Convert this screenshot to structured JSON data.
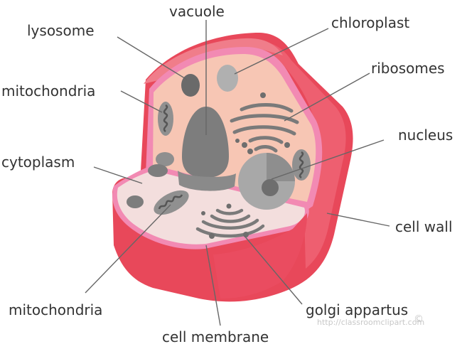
{
  "labels": {
    "lysosome": "lysosome",
    "vacuole": "vacuole",
    "chloroplast": "chloroplast",
    "ribosomes": "ribosomes",
    "mitochondria_top": "mitochondria",
    "nucleus": "nucleus",
    "cytoplasm": "cytoplasm",
    "cell_wall": "cell wall",
    "mitochondria_bottom": "mitochondria",
    "golgi": "golgi appartus",
    "cell_membrane": "cell membrane"
  },
  "watermark": {
    "text": "http://classroomclipart.com"
  },
  "colors": {
    "cell_wall_side": "#e8485a",
    "cell_wall_top": "#f07d8a",
    "cytoplasm_back": "#f7c6b4",
    "cytoplasm_floor": "#f3dedd",
    "membrane": "#f28ab3",
    "organelle": "#7d7d7d",
    "organelle_light": "#b0b0b0",
    "leader_line": "#666666"
  }
}
